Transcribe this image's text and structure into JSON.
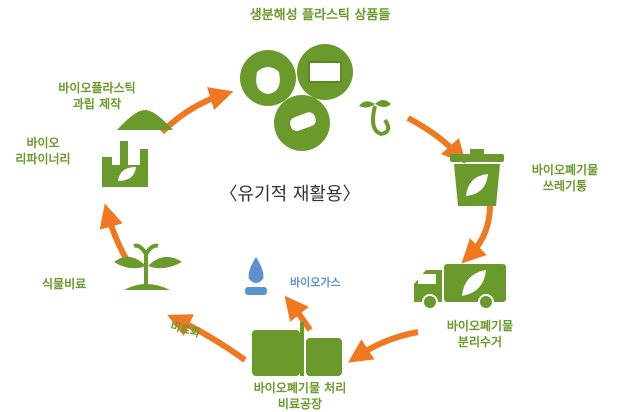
{
  "title": "생분해성 플라스틱 상품들",
  "center_label": "〈유기적 재활용〉",
  "nodes": {
    "pellets": [
      "바이오플라스틱",
      "과립 제작"
    ],
    "refinery": [
      "바이오",
      "리파이너리"
    ],
    "trash": [
      "바이오폐기물",
      "쓰레기통"
    ],
    "truck": [
      "바이오폐기물",
      "분리수거"
    ],
    "plant_factory": [
      "바이오폐기물 처리",
      "비료공장"
    ],
    "fertilizer": "식물비료",
    "biogas": "바이오가스",
    "composting": "비료화"
  },
  "colors": {
    "green": "#6b9a2c",
    "orange": "#f07820",
    "blue": "#5b93d0"
  }
}
